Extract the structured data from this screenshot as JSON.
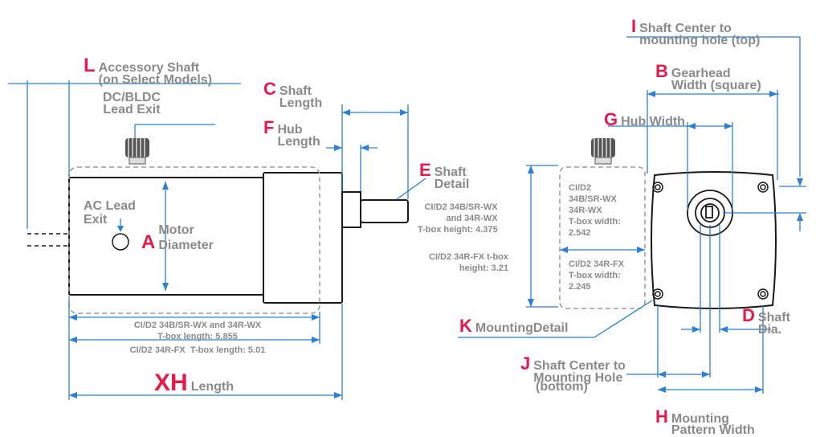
{
  "labels": {
    "I": {
      "letter": "I",
      "text": "Shaft Center to\nmounting hole (top)"
    },
    "L": {
      "letter": "L",
      "text": "Accessory Shaft\n(on Select Models)"
    },
    "B": {
      "letter": "B",
      "text": "Gearhead\nWidth (square)"
    },
    "C": {
      "letter": "C",
      "text": "Shaft\nLength"
    },
    "dc_lead": {
      "text": "DC/BLDC\nLead Exit"
    },
    "G": {
      "letter": "G",
      "text": "Hub Width"
    },
    "F": {
      "letter": "F",
      "text": "Hub\nLength"
    },
    "E": {
      "letter": "E",
      "text": "Shaft\nDetail"
    },
    "ac_lead": {
      "text": "AC Lead\nExit"
    },
    "A": {
      "letter": "A",
      "text": "Motor\nDiameter"
    },
    "D": {
      "letter": "D",
      "text": "Shaft\nDia."
    },
    "K": {
      "letter": "K",
      "text": "MountingDetail"
    },
    "J": {
      "letter": "J",
      "text": "Shaft Center to\nMounting Hole",
      "extra": "(bottom)"
    },
    "XH": {
      "letter": "XH",
      "text": "Length"
    },
    "H": {
      "letter": "H",
      "text": "Mounting\nPattern Width"
    }
  },
  "notes": {
    "tbox_height_wx": "CI/D2 34B/SR-WX\nand 34R-WX\nT-box height: 4.375",
    "tbox_height_fx": "CI/D2 34R-FX t-box\nheight: 3.21",
    "tbox_width_wx": "CI/D2\n34B/SR-WX\n34R-WX\nT-box width:\n2.542",
    "tbox_width_fx": "CI/D2 34R-FX\nT-box width:\n2.245",
    "tbox_length_wx": "CI/D2 34B/SR-WX and 34R-WX\nT-box length: 5.855",
    "tbox_length_fx": "CI/D2 34R-FX  T-box length: 5.01"
  },
  "colors": {
    "accent": "#e6194b",
    "line": "#2b7fd6",
    "outline": "#1a1a1a",
    "dashed": "#9a9a9a",
    "text": "#8a8a8a"
  }
}
